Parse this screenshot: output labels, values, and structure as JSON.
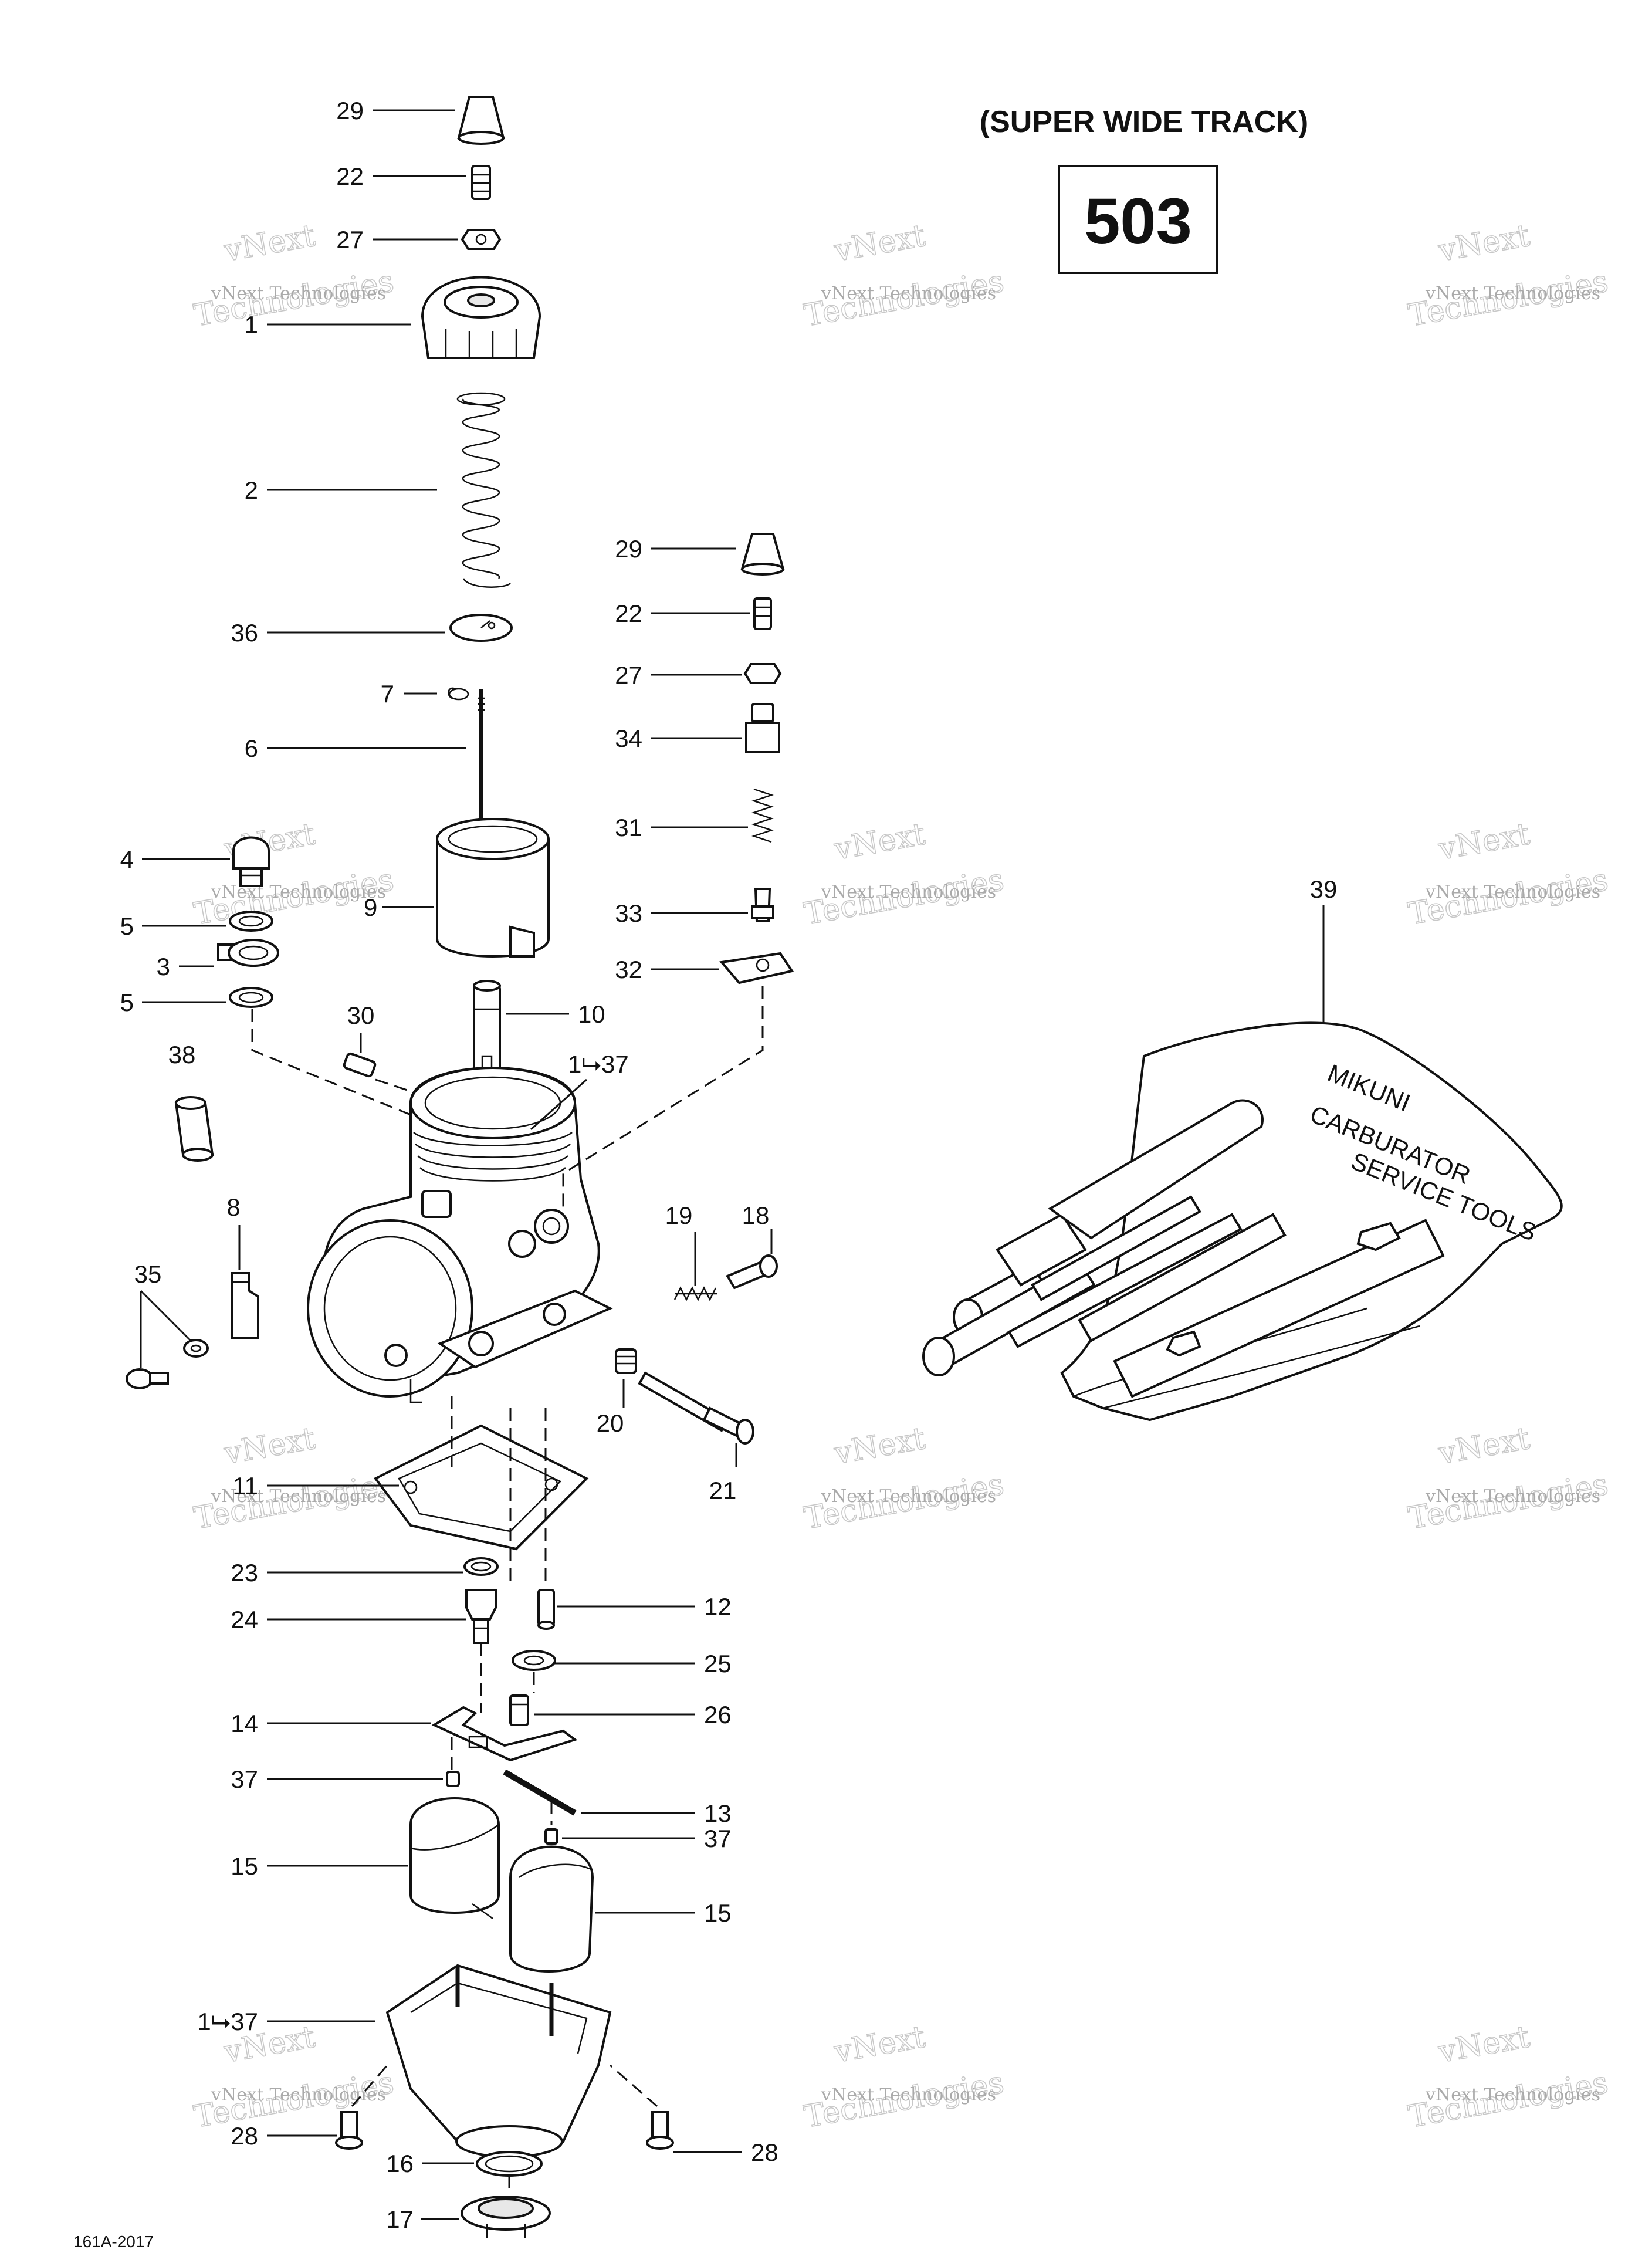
{
  "header": {
    "title": "(SUPER WIDE TRACK)",
    "model_code": "503"
  },
  "watermark": {
    "line1": "vNext Technologies",
    "line2": "vNext",
    "line3": "Technologies"
  },
  "callouts": [
    {
      "id": "c29a",
      "text": "29"
    },
    {
      "id": "c22a",
      "text": "22"
    },
    {
      "id": "c27a",
      "text": "27"
    },
    {
      "id": "c1",
      "text": "1"
    },
    {
      "id": "c2",
      "text": "2"
    },
    {
      "id": "c36",
      "text": "36"
    },
    {
      "id": "c7",
      "text": "7"
    },
    {
      "id": "c6",
      "text": "6"
    },
    {
      "id": "c4",
      "text": "4"
    },
    {
      "id": "c9",
      "text": "9"
    },
    {
      "id": "c5a",
      "text": "5"
    },
    {
      "id": "c3",
      "text": "3"
    },
    {
      "id": "c5b",
      "text": "5"
    },
    {
      "id": "c30",
      "text": "30"
    },
    {
      "id": "c10",
      "text": "10"
    },
    {
      "id": "c1r37a",
      "text": "1⮡37"
    },
    {
      "id": "c38",
      "text": "38"
    },
    {
      "id": "c8",
      "text": "8"
    },
    {
      "id": "c35",
      "text": "35"
    },
    {
      "id": "c19",
      "text": "19"
    },
    {
      "id": "c18",
      "text": "18"
    },
    {
      "id": "c20",
      "text": "20"
    },
    {
      "id": "c21",
      "text": "21"
    },
    {
      "id": "c11",
      "text": "11"
    },
    {
      "id": "c23",
      "text": "23"
    },
    {
      "id": "c12",
      "text": "12"
    },
    {
      "id": "c24",
      "text": "24"
    },
    {
      "id": "c25",
      "text": "25"
    },
    {
      "id": "c14",
      "text": "14"
    },
    {
      "id": "c26",
      "text": "26"
    },
    {
      "id": "c37a",
      "text": "37"
    },
    {
      "id": "c13",
      "text": "13"
    },
    {
      "id": "c37b",
      "text": "37"
    },
    {
      "id": "c15a",
      "text": "15"
    },
    {
      "id": "c15b",
      "text": "15"
    },
    {
      "id": "c1r37b",
      "text": "1⮡37"
    },
    {
      "id": "c28a",
      "text": "28"
    },
    {
      "id": "c16",
      "text": "16"
    },
    {
      "id": "c28b",
      "text": "28"
    },
    {
      "id": "c17",
      "text": "17"
    },
    {
      "id": "c29b",
      "text": "29"
    },
    {
      "id": "c22b",
      "text": "22"
    },
    {
      "id": "c27b",
      "text": "27"
    },
    {
      "id": "c34",
      "text": "34"
    },
    {
      "id": "c31",
      "text": "31"
    },
    {
      "id": "c33",
      "text": "33"
    },
    {
      "id": "c32",
      "text": "32"
    },
    {
      "id": "c39",
      "text": "39"
    }
  ],
  "toolkit_label": {
    "line1": "MIKUNI",
    "line2": "CARBURATOR",
    "line3": "SERVICE TOOLS"
  },
  "figure_code": "161A-2017"
}
